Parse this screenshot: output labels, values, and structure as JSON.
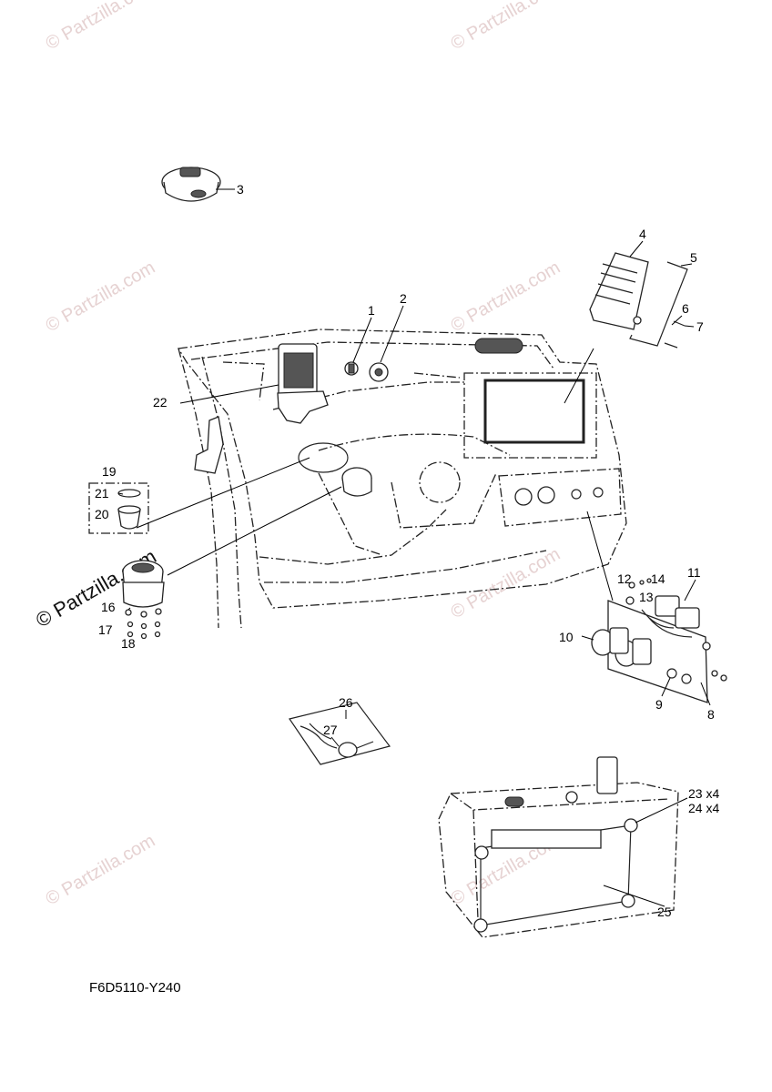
{
  "watermark": {
    "text": "© Partzilla.com",
    "highlight_text": "© Partzilla.com"
  },
  "diagram_code": "F6D5110-Y240",
  "callouts": {
    "c1": "1",
    "c2": "2",
    "c3": "3",
    "c4": "4",
    "c5": "5",
    "c6": "6",
    "c7": "7",
    "c8": "8",
    "c9": "9",
    "c10": "10",
    "c11": "11",
    "c12": "12",
    "c13": "13",
    "c14": "14",
    "c16": "16",
    "c17": "17",
    "c18": "18",
    "c19": "19",
    "c20": "20",
    "c21": "21",
    "c22": "22",
    "c23": "23 x4",
    "c24": "24 x4",
    "c25": "25",
    "c26": "26",
    "c27": "27"
  }
}
